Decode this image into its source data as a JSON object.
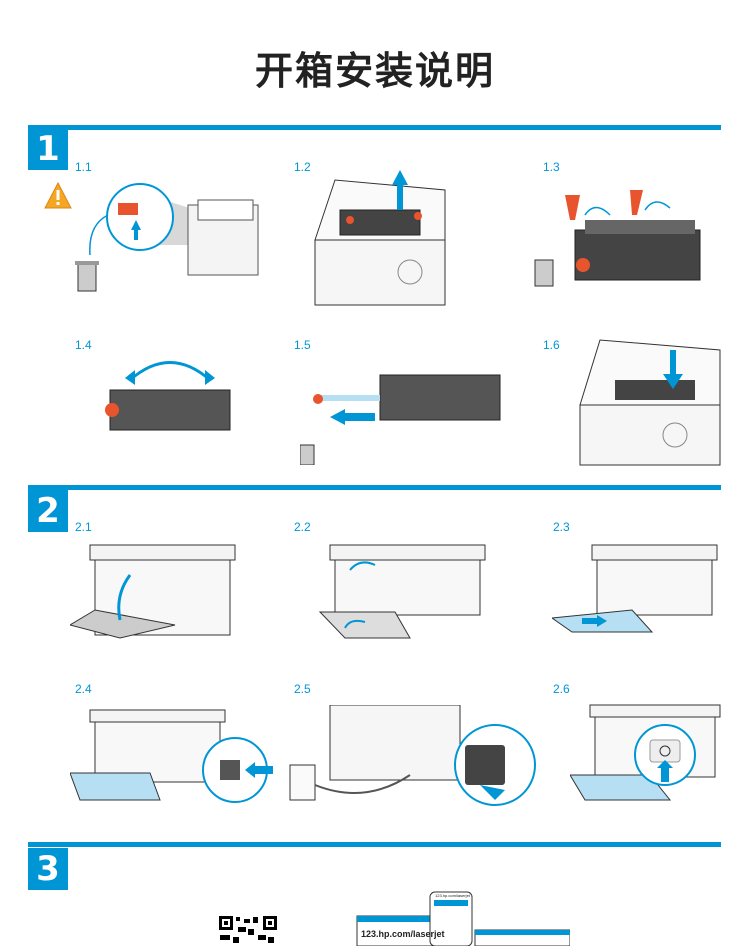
{
  "title": "开箱安装说明",
  "sections": [
    {
      "number": "1",
      "steps": [
        "1.1",
        "1.2",
        "1.3",
        "1.4",
        "1.5",
        "1.6"
      ]
    },
    {
      "number": "2",
      "steps": [
        "2.1",
        "2.2",
        "2.3",
        "2.4",
        "2.5",
        "2.6"
      ]
    },
    {
      "number": "3"
    }
  ],
  "url_text": "123.hp.com/laserjet",
  "phone_url_text": "123.hp.com/laserjet",
  "colors": {
    "accent": "#0096d6",
    "warning": "#f5a623",
    "part_orange": "#e8542d"
  },
  "icons": [
    "warning-icon",
    "recycle-bin-icon",
    "power-icon",
    "qr-code"
  ]
}
